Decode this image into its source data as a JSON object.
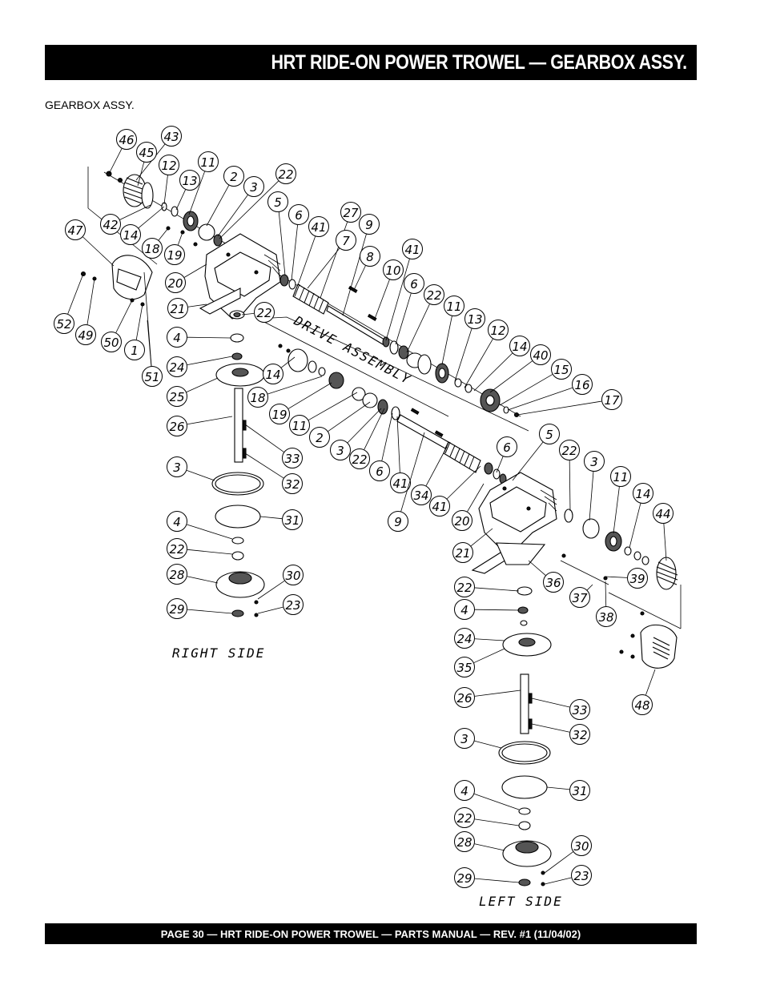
{
  "header": {
    "title": "HRT RIDE-ON POWER TROWEL  — GEARBOX ASSY."
  },
  "section": {
    "label": "GEARBOX ASSY."
  },
  "diagram": {
    "right_side_label": "RIGHT SIDE",
    "left_side_label": "LEFT SIDE",
    "drive_assembly_label": "DRIVE ASSEMBLY",
    "callouts": {
      "c1": "46",
      "c2": "43",
      "c3": "45",
      "c4": "12",
      "c5": "11",
      "c6": "13",
      "c7": "2",
      "c8": "3",
      "c9": "22",
      "c10": "5",
      "c11": "6",
      "c12": "41",
      "c13": "27",
      "c14": "9",
      "c15": "7",
      "c16": "8",
      "c17": "41",
      "c18": "10",
      "c19": "6",
      "c20": "22",
      "c21": "11",
      "c22": "13",
      "c23": "12",
      "c24": "14",
      "c25": "40",
      "c26": "15",
      "c27": "16",
      "c28": "17",
      "c29": "47",
      "c30": "42",
      "c31": "14",
      "c32": "18",
      "c33": "19",
      "c34": "20",
      "c35": "21",
      "c36": "22",
      "c37": "52",
      "c38": "49",
      "c39": "50",
      "c40": "1",
      "c41": "51",
      "c42": "4",
      "c43": "24",
      "c44": "25",
      "c45": "26",
      "c46": "33",
      "c47": "32",
      "c48": "3",
      "c49": "31",
      "c50": "4",
      "c51": "22",
      "c52": "28",
      "c53": "30",
      "c54": "23",
      "c55": "29",
      "c56": "14",
      "c57": "18",
      "c58": "19",
      "c59": "11",
      "c60": "2",
      "c61": "3",
      "c62": "22",
      "c63": "6",
      "c64": "41",
      "c65": "34",
      "c66": "41",
      "c67": "9",
      "c68": "20",
      "c69": "6",
      "c70": "5",
      "c71": "22",
      "c72": "3",
      "c73": "11",
      "c74": "14",
      "c75": "44",
      "c76": "21",
      "c77": "36",
      "c78": "37",
      "c79": "39",
      "c80": "38",
      "c81": "22",
      "c82": "4",
      "c83": "24",
      "c84": "35",
      "c85": "26",
      "c86": "33",
      "c87": "32",
      "c88": "3",
      "c89": "31",
      "c90": "48",
      "c91": "4",
      "c92": "22",
      "c93": "28",
      "c94": "30",
      "c95": "23",
      "c96": "29"
    }
  },
  "footer": {
    "text": "PAGE 30 — HRT RIDE-ON POWER TROWEL — PARTS MANUAL — REV. #1  (11/04/02)"
  }
}
